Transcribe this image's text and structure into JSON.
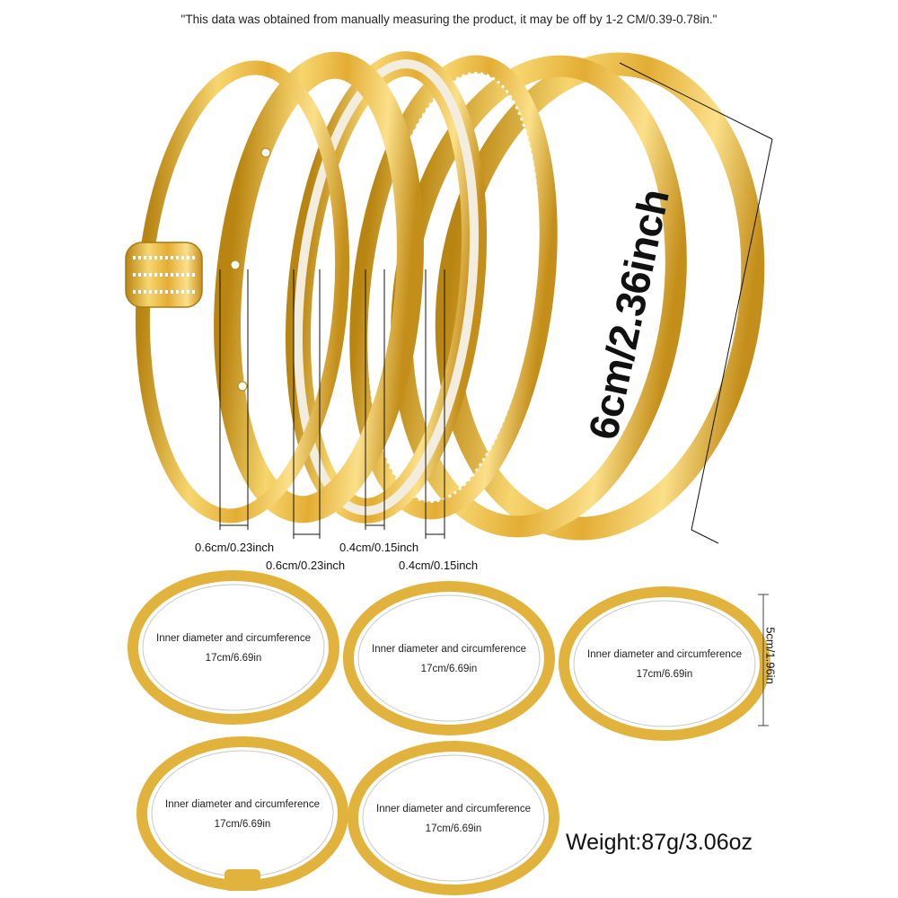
{
  "disclaimer": "\"This data was obtained from manually measuring the product, it may be off by 1-2 CM/0.39-0.78in.\"",
  "dimensions": {
    "diameter": "6cm/2.36inch",
    "width_a": "0.6cm/0.23inch",
    "width_b": "0.6cm/0.23inch",
    "width_c": "0.4cm/0.15inch",
    "width_d": "0.4cm/0.15inch",
    "height": "5cm/1.96in"
  },
  "bangles": [
    {
      "label": "Inner diameter and circumference",
      "size": "17cm/6.69in"
    },
    {
      "label": "Inner diameter and circumference",
      "size": "17cm/6.69in"
    },
    {
      "label": "Inner diameter and circumference",
      "size": "17cm/6.69in"
    },
    {
      "label": "Inner diameter and circumference",
      "size": "17cm/6.69in"
    },
    {
      "label": "Inner diameter and circumference",
      "size": "17cm/6.69in"
    }
  ],
  "weight": "Weight:87g/3.06oz",
  "colors": {
    "gold": "#e2b33c",
    "gold_light": "#f6d36b",
    "gold_dark": "#b8860b",
    "pearl": "#f3ede0"
  }
}
